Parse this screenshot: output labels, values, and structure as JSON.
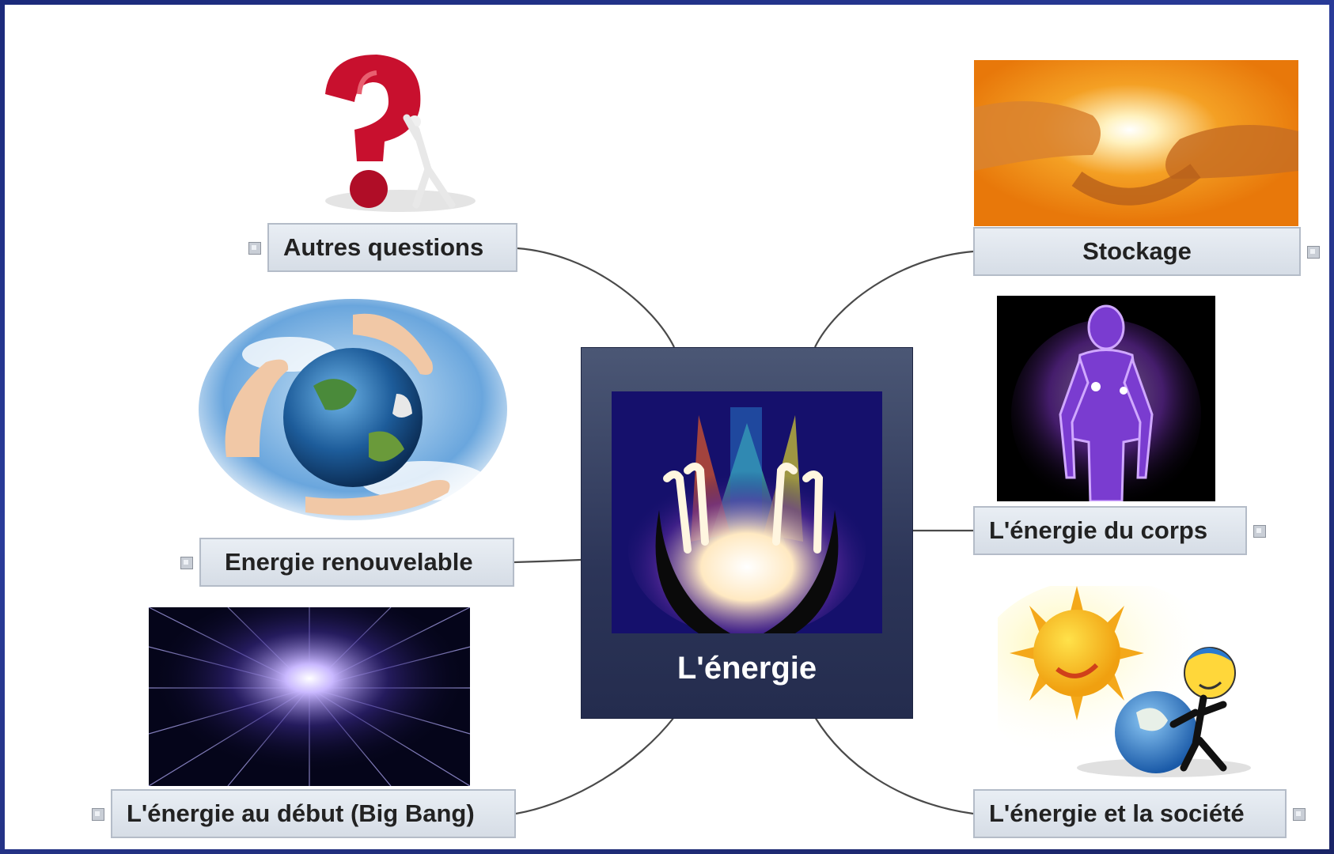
{
  "central": {
    "title": "L'énergie",
    "image": "glowing-hands-image"
  },
  "branches": [
    {
      "id": "autres",
      "label": "Autres questions",
      "image": "question-mark-image",
      "side": "left"
    },
    {
      "id": "renouvelable",
      "label": "Energie renouvelable",
      "image": "earth-in-hands-image",
      "side": "left"
    },
    {
      "id": "bigbang",
      "label": "L'énergie au début (Big Bang)",
      "image": "starburst-image",
      "side": "left"
    },
    {
      "id": "stockage",
      "label": "Stockage",
      "image": "glowing-hands-orange-image",
      "side": "right"
    },
    {
      "id": "corps",
      "label": "L'énergie du corps",
      "image": "energy-body-image",
      "side": "right"
    },
    {
      "id": "societe",
      "label": "L'énergie et la société",
      "image": "sun-and-earth-cartoon-image",
      "side": "right"
    }
  ],
  "colors": {
    "frame": "#2a3c9a",
    "central_bg": "#2c3558",
    "topic_bg": "#dde3ea"
  }
}
